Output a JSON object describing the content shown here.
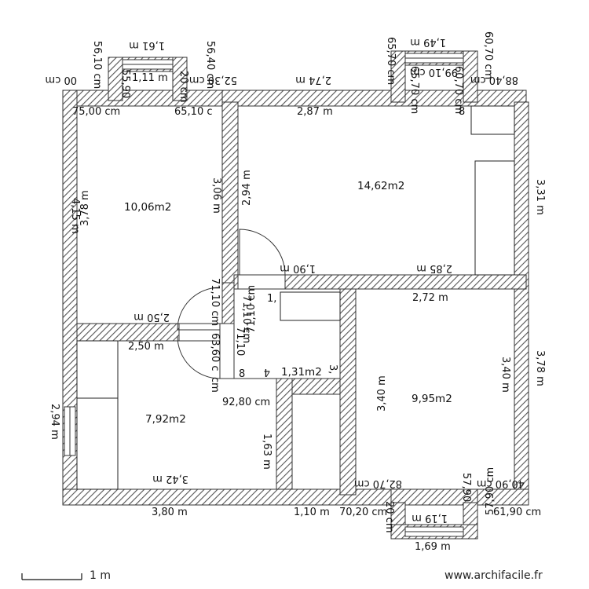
{
  "rooms": [
    {
      "area": "10,06m2"
    },
    {
      "area": "14,62m2"
    },
    {
      "area": "7,92m2"
    },
    {
      "area": "9,95m2"
    },
    {
      "area": "1,31m2"
    }
  ],
  "dims": {
    "top_window_left_w": "1,61 m",
    "top_window_left_in": "1,11 m",
    "top_left_corner": "56,10 cm",
    "top_left_side": "55,90",
    "top_left_end": "52,30 cm",
    "top_left_after": "56,40 cm",
    "top_left_mid": "20 cm",
    "top_left_00": "00 cm",
    "top_mid_span": "2,74 m",
    "top_right_window_w": "1,49 m",
    "top_right_left": "65,70 cm",
    "top_right_right": "60,70 cm",
    "top_right_in": "99,10 cm",
    "top_right_side": "65,70 cm",
    "top_right_side2": "60,70 cm",
    "top_right_far": "88,40 cm",
    "top_right_8": "8",
    "left_75": "75,00 cm",
    "left_65": "65,10 c",
    "living_top": "2,87 m",
    "living_height": "3,31 m",
    "living_inner_h": "2,94 m",
    "living_bottom": "2,85 m",
    "living_corridor": "1,90 m",
    "bed1_outer_h": "4,15 m",
    "bed1_inner_h": "3,78 m",
    "bed1_right_h": "3,06 m",
    "bed1_bottom": "2,50 m",
    "bed2_top": "2,50 m",
    "bed2_window": "2,94 m",
    "bed2_right": "1,63 m",
    "bed2_bottom_in": "3,42 m",
    "bed2_bottom_out": "3,80 m",
    "bed2_corr": "92,80 cm",
    "corr_1": "1,",
    "corr_710a": "71,10 cm",
    "corr_710b": "71,10 cm",
    "corr_710c": "71,10 cm",
    "corr_710d": "71,10",
    "corr_360": "63,60 c",
    "corr_cm": "cm",
    "corr_8": "8",
    "corr_4": "4",
    "corr_3": "3,",
    "bath_h": "3,40 m",
    "bed3_top": "2,72 m",
    "bed3_left": "3,40 m",
    "bed3_right_in": "3,40 m",
    "bed3_right_out": "3,78 m",
    "bed3_b1": "82,70 cm",
    "bed3_b2": "40,90 cm",
    "bed3_b3": "57,90",
    "bed3_b4": "57,90 cm",
    "bed3_b5": "61,90 cm",
    "bottom_110": "1,10 m",
    "bottom_7020": "70,20 cm",
    "bottom_20": "20 cm",
    "bottom_window_in": "1,19 m",
    "bottom_window_out": "1,69 m"
  },
  "scale_label": "1 m",
  "watermark": "www.archifacile.fr"
}
